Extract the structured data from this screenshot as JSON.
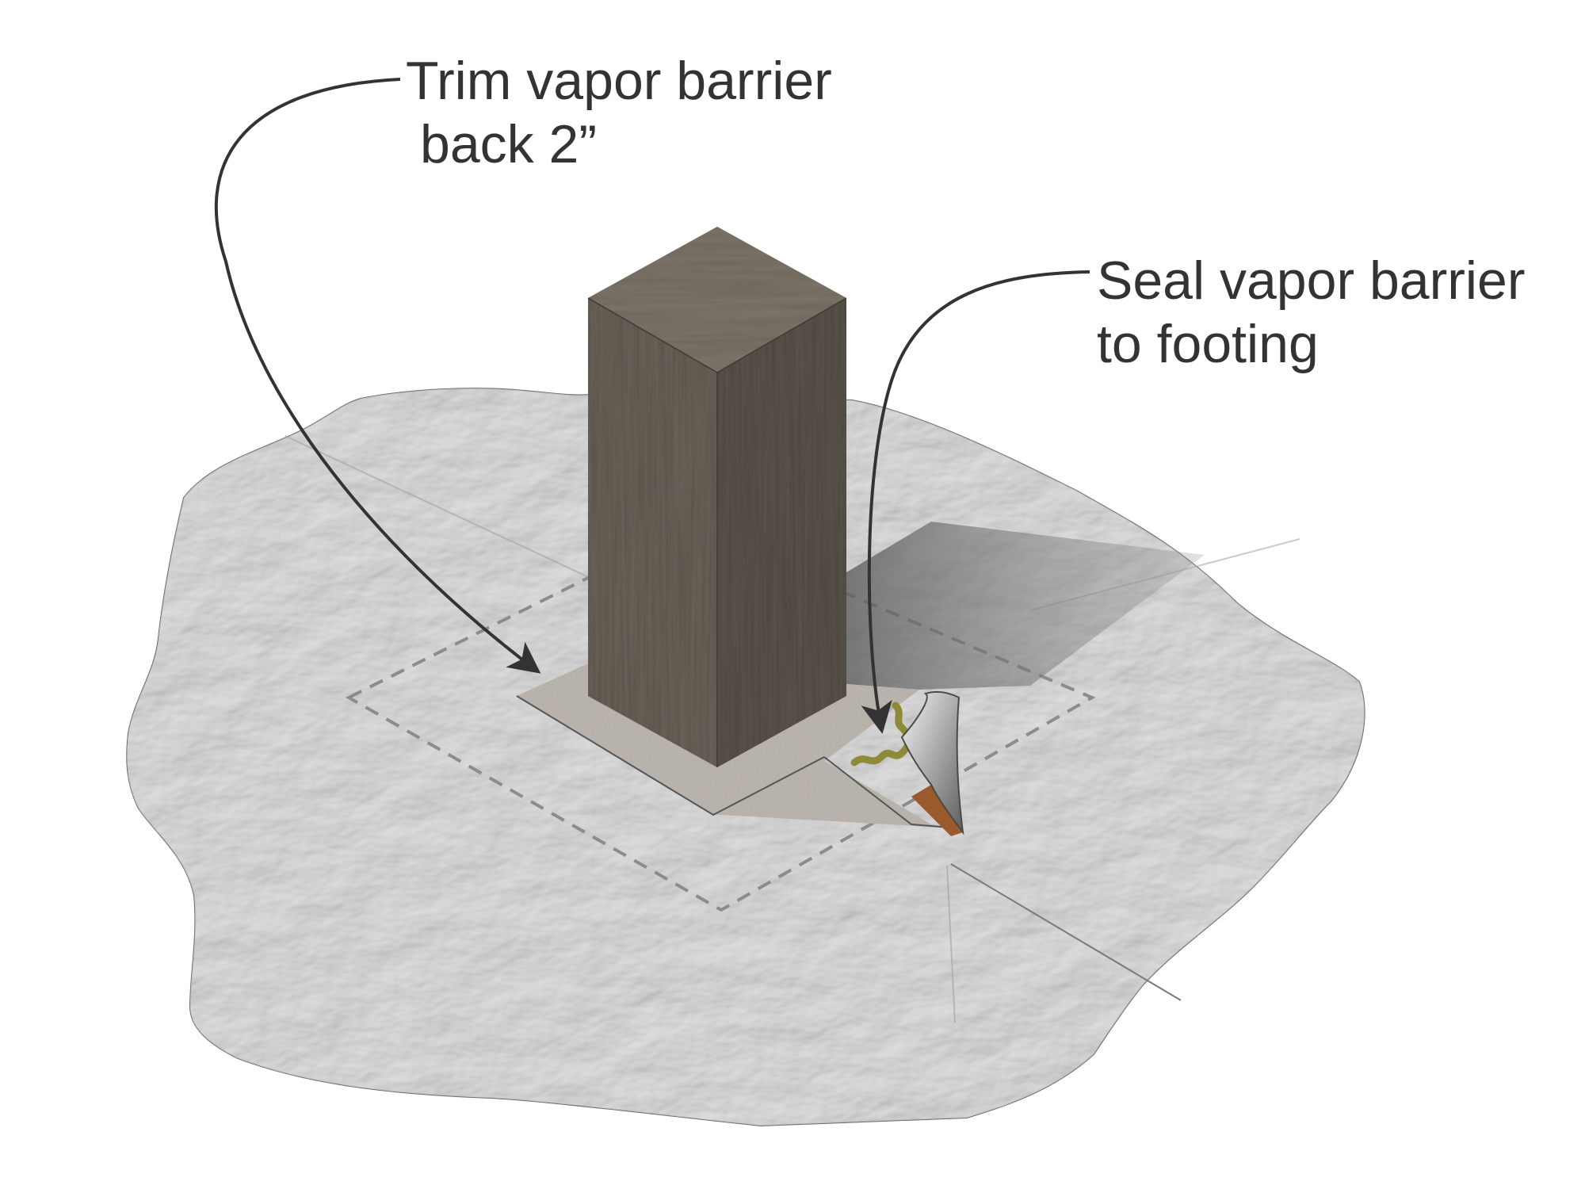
{
  "labels": {
    "trim": {
      "line1": "Trim vapor barrier",
      "line2": "back 2”"
    },
    "seal": {
      "line1": "Seal vapor barrier",
      "line2": "to footing"
    }
  },
  "colors": {
    "text": "#333333",
    "leader": "#333333",
    "vapor_barrier": "#c9c9c9",
    "vapor_barrier_edge": "#6e6e6e",
    "footing": "#bdb8b1",
    "post_front": "#6a635a",
    "post_side": "#5a544c",
    "post_top": "#7d766b",
    "sealant": "#8f8a3a",
    "soil": "#9b5a2e",
    "dashed_outline": "#8c8c8c"
  },
  "icons": [
    "arrow-head-icon"
  ]
}
